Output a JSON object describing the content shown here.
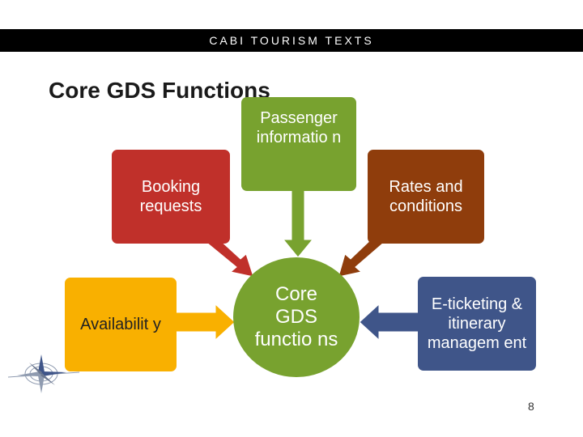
{
  "header": {
    "banner_text": "CABI TOURISM TEXTS"
  },
  "slide": {
    "title": "Core GDS Functions",
    "page_number": "8"
  },
  "diagram": {
    "center": {
      "label": "Core GDS functio ns",
      "color": "#78a22f"
    },
    "nodes": [
      {
        "id": "booking",
        "label": "Booking requests",
        "color": "#c0302a"
      },
      {
        "id": "passenger",
        "label": "Passenger informatio n",
        "color": "#78a22f"
      },
      {
        "id": "rates",
        "label": "Rates and conditions",
        "color": "#8f3d0c"
      },
      {
        "id": "availability",
        "label": "Availabilit y",
        "color": "#f9b000"
      },
      {
        "id": "eticketing",
        "label": "E-ticketing & itinerary managem ent",
        "color": "#3f5589"
      }
    ]
  },
  "decorations": {
    "logo_icon": "compass-rose-icon"
  }
}
